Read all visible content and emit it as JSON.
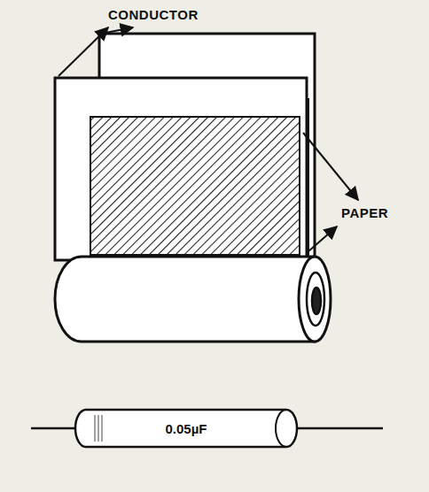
{
  "diagram": {
    "nodes": [
      {
        "text": [
          "0.05µF"
        ]
      }
    ],
    "labels": [
      "CONDUCTOR",
      "PAPER"
    ]
  }
}
